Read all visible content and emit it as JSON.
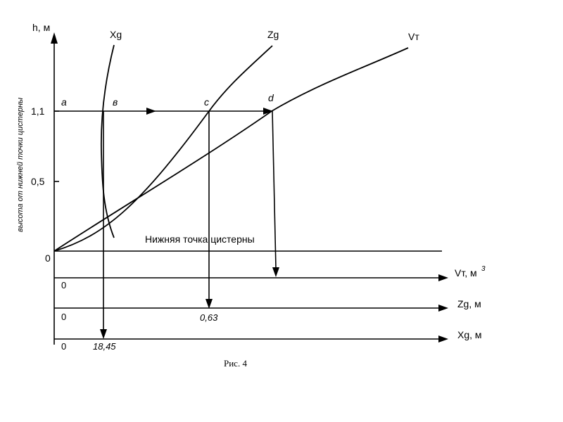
{
  "diagram": {
    "y_axis_label": "h, м",
    "y_axis_caption": "высота от нижней точки цистерны",
    "y_ticks": [
      "1,1",
      "0,5",
      "0"
    ],
    "curves": {
      "xg": "Xg",
      "zg": "Zg",
      "vt": "Vт"
    },
    "points": {
      "a": "a",
      "b": "в",
      "c": "c",
      "d": "d"
    },
    "bottom_label": "Нижняя точка цистерны",
    "axes": {
      "vt": {
        "label": "Vт, м",
        "sup": "3",
        "zero": "0"
      },
      "zg": {
        "label": "Zg, м",
        "zero": "0",
        "value": "0,63"
      },
      "xg": {
        "label": "Xg, м",
        "zero": "0",
        "value": "18,45"
      }
    },
    "caption": "Рис. 4"
  }
}
